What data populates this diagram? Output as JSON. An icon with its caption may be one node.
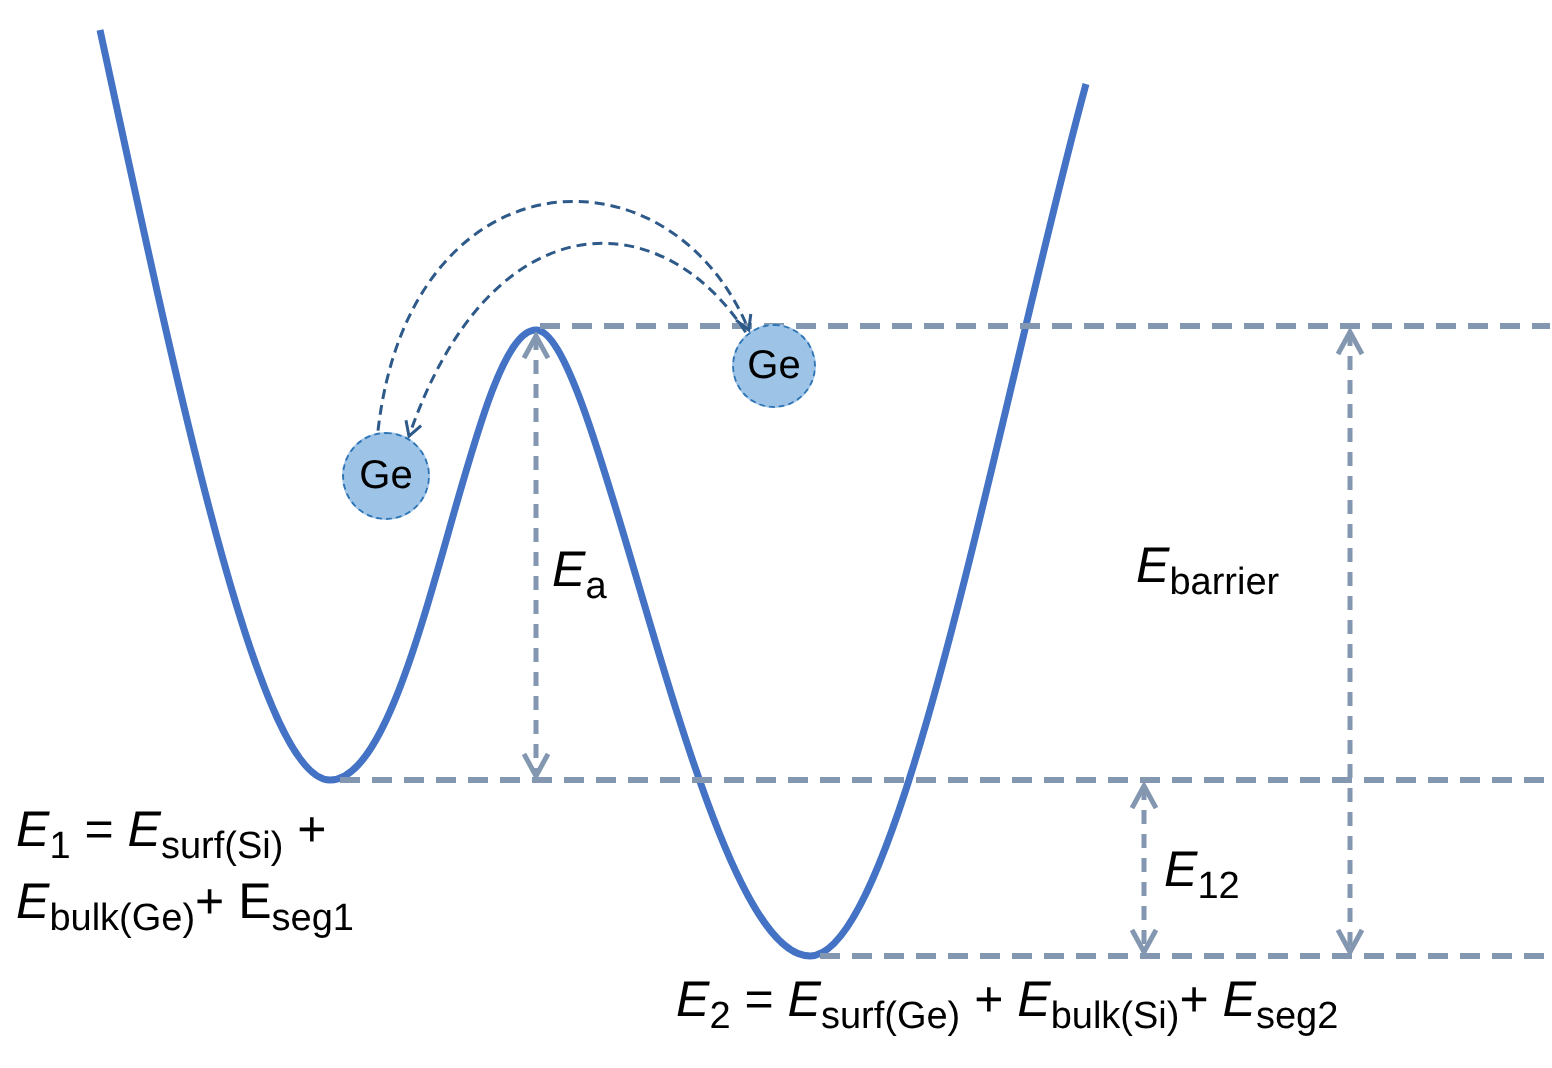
{
  "diagram": {
    "nodes": [
      {
        "text": [
          "Ge"
        ]
      },
      {
        "text": [
          "Ge"
        ]
      }
    ],
    "edges": [
      {
        "from": 0,
        "to": 1,
        "arrow": "to",
        "style": "dashed"
      },
      {
        "from": 1,
        "to": 0,
        "arrow": "to",
        "style": "dashed"
      }
    ],
    "labels": [
      "*E*$_{a}$",
      "*E*$_{barrier}$",
      "*E*$_{12}$",
      "*E*$_{1}$ = *E*$_{surf(Si)}$ + *E*$_{bulk(Ge)}$+ E$_{seg1}$",
      "*E*$_{2}$  = *E*$_{surf(Ge)}$ + *E*$_{bulk(Si)}$+ *E*$_{seg2}$"
    ]
  }
}
